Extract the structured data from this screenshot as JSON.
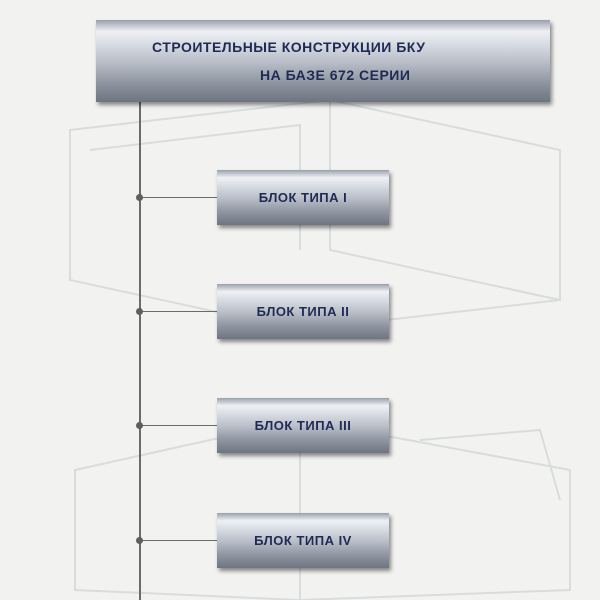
{
  "header": {
    "line1": "СТРОИТЕЛЬНЫЕ КОНСТРУКЦИИ БКУ",
    "line2": "НА БАЗЕ 672 СЕРИИ"
  },
  "blocks": [
    {
      "label": "БЛОК ТИПА I"
    },
    {
      "label": "БЛОК ТИПА II"
    },
    {
      "label": "БЛОК ТИПА III"
    },
    {
      "label": "БЛОК ТИПА IV"
    }
  ],
  "colors": {
    "text": "#1f2a55",
    "connector": "#6b6b6b",
    "background": "#f2f3f1"
  }
}
